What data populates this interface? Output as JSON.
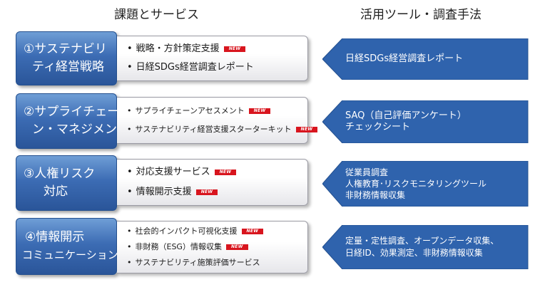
{
  "header": {
    "left_title": "課題とサービス",
    "right_title": "活用ツール・調査手法"
  },
  "rows": [
    {
      "category_lines": [
        "①サステナビリ",
        "ティ経営戦略"
      ],
      "services": [
        {
          "label": "戦略・方針策定支援",
          "new": true
        },
        {
          "label": "日経SDGs経営調査レポート",
          "new": false
        }
      ],
      "tools": [
        "日経SDGs経営調査レポート"
      ]
    },
    {
      "category_lines": [
        "②サプライチェー",
        "ン・マネジメント"
      ],
      "services": [
        {
          "label": "サプライチェーンアセスメント",
          "new": true
        },
        {
          "label": "サステナビリティ経営支援スターターキット",
          "new": true
        }
      ],
      "tools": [
        "SAQ（自己評価アンケート）",
        "チェックシート"
      ]
    },
    {
      "category_lines": [
        "③人権リスク",
        "対応"
      ],
      "services": [
        {
          "label": "対応支援サービス",
          "new": true
        },
        {
          "label": "情報開示支援",
          "new": true
        }
      ],
      "tools": [
        "従業員調査",
        "人権教育･リスクモニタリングツール",
        "非財務情報収集"
      ]
    },
    {
      "category_lines": [
        "④情報開示",
        "コミュニケーション"
      ],
      "services": [
        {
          "label": "社会的インパクト可視化支援",
          "new": true
        },
        {
          "label": "非財務（ESG）情報収集",
          "new": true
        },
        {
          "label": "サステナビリティ施策評価サービス",
          "new": false
        }
      ],
      "tools": [
        "定量・定性調査、オープンデータ収集、",
        "日経ID、効果測定、非財務情報収集"
      ]
    }
  ],
  "labels": {
    "bullet": "•",
    "new_badge": "NEW"
  },
  "colors": {
    "category_gradient_top": "#6f9ed6",
    "category_gradient_bottom": "#2a5599",
    "tool_fill": "#2f63ad",
    "new_badge": "#d8151e"
  }
}
